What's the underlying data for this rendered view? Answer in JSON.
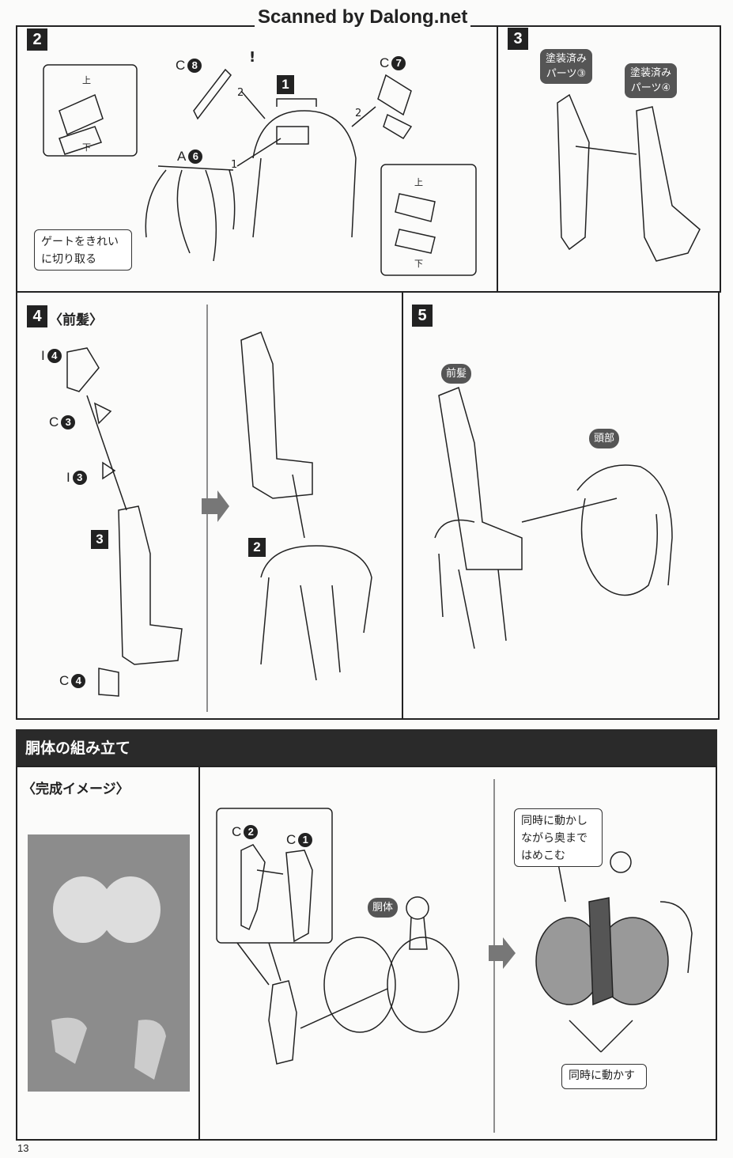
{
  "watermark": "Scanned by Dalong.net",
  "page_number": "13",
  "step2": {
    "number": "2",
    "parts": [
      {
        "letter": "C",
        "num": "8"
      },
      {
        "letter": "C",
        "num": "7"
      },
      {
        "letter": "A",
        "num": "6"
      }
    ],
    "main_part": "1",
    "order_marks": [
      "1",
      "2",
      "2"
    ],
    "callout_left": {
      "top": "上",
      "bottom": "下"
    },
    "callout_right": {
      "top": "上",
      "bottom": "下"
    },
    "note": "ゲートをきれいに切り取る",
    "warning": "!"
  },
  "step3": {
    "number": "3",
    "tag_a": "塗装済みパーツ③",
    "tag_b": "塗装済みパーツ④"
  },
  "step4": {
    "number": "4",
    "title": "〈前髪〉",
    "parts": [
      {
        "letter": "I",
        "num": "4"
      },
      {
        "letter": "C",
        "num": "3"
      },
      {
        "letter": "I",
        "num": "3"
      },
      {
        "letter": "C",
        "num": "4"
      }
    ],
    "step_ref_a": "3",
    "step_ref_b": "2"
  },
  "step5": {
    "number": "5",
    "tag_front": "前髪",
    "tag_head": "頭部"
  },
  "torso": {
    "header": "胴体の組み立て",
    "complete_title": "〈完成イメージ〉",
    "parts": [
      {
        "letter": "C",
        "num": "2"
      },
      {
        "letter": "C",
        "num": "1"
      }
    ],
    "tag_body": "胴体",
    "note_top": "同時に動かしながら奥まではめこむ",
    "note_bottom": "同時に動かす"
  }
}
